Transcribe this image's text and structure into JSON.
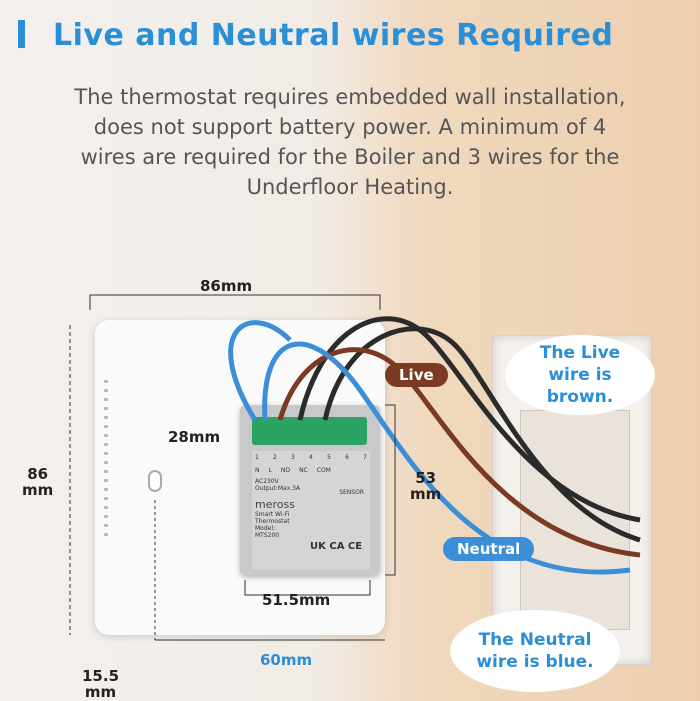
{
  "header": {
    "title": "Live and Neutral wires Required",
    "description": [
      "The thermostat requires embedded wall installation,",
      "does not support battery power. A minimum of 4",
      "wires are required for the Boiler and 3 wires for the",
      "Underfloor Heating."
    ]
  },
  "dimensions": {
    "width": "86mm",
    "height_value": "86",
    "height_unit": "mm",
    "module_depth": "28mm",
    "module_height_value": "53",
    "module_height_unit": "mm",
    "module_width": "51.5mm",
    "back_width": "60mm",
    "thickness_value": "15.5",
    "thickness_unit": "mm"
  },
  "labels": {
    "live_tag": "Live",
    "neutral_tag": "Neutral",
    "live_bubble": "The Live wire is brown.",
    "neutral_bubble": "The Neutral wire is blue."
  },
  "colors": {
    "accent": "#2a8fd6",
    "live": "#7a3b22",
    "neutral": "#3a8fd8"
  },
  "module": {
    "terminal_numbers": [
      "1",
      "2",
      "3",
      "4",
      "5",
      "6",
      "7"
    ],
    "terminals": [
      "N",
      "L",
      "NO",
      "NC",
      "COM"
    ],
    "rating": "AC230V Output:Max.3A",
    "sensor": "SENSOR",
    "brand": "meross",
    "product": "Smart Wi-Fi Thermostat",
    "model": "Model: MTS200",
    "marks": "UK CA CE"
  }
}
